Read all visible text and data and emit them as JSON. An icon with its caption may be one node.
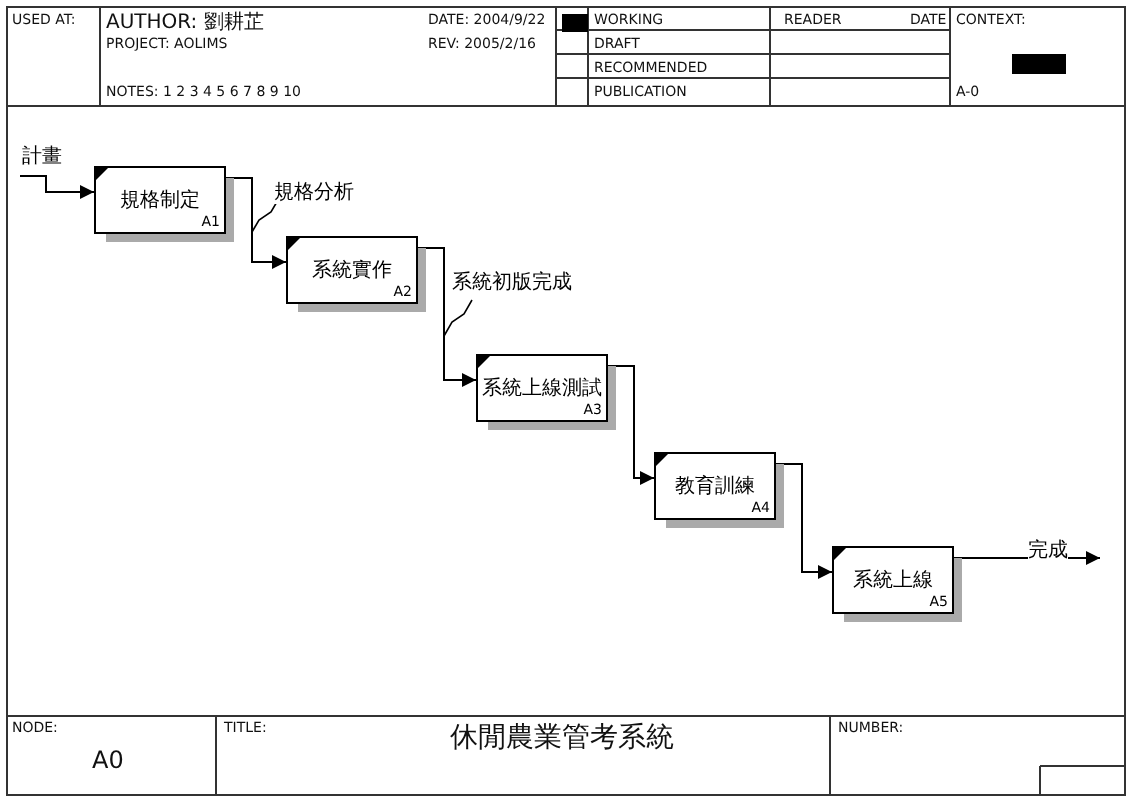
{
  "diagram": {
    "title": "休閒農業管考系統",
    "nodes": [
      {
        "text": [
          "規格制定",
          "A1"
        ]
      },
      {
        "text": [
          "系統實作",
          "A2"
        ]
      },
      {
        "text": [
          "系統上線測試",
          "A3"
        ]
      },
      {
        "text": [
          "教育訓練",
          "A4"
        ]
      },
      {
        "text": [
          "系統上線",
          "A5"
        ]
      }
    ],
    "edges": [
      {
        "from": null,
        "to": 0,
        "arrow": "to",
        "label": "計畫"
      },
      {
        "from": 0,
        "to": 1,
        "arrow": "to",
        "label": "規格分析"
      },
      {
        "from": 1,
        "to": 2,
        "arrow": "to",
        "label": "系統初版完成"
      },
      {
        "from": 2,
        "to": 3,
        "arrow": "to"
      },
      {
        "from": 3,
        "to": 4,
        "arrow": "to"
      },
      {
        "from": 4,
        "to": null,
        "arrow": "to",
        "label": "完成"
      }
    ],
    "labels": [
      "USED AT:",
      "AUTHOR: 劉耕芷",
      "DATE: 2004/9/22",
      "WORKING",
      "READER",
      "DATE",
      "CONTEXT:",
      "PROJECT: AOLIMS",
      "REV: 2005/2/16",
      "DRAFT",
      "RECOMMENDED",
      "NOTES: 1 2 3 4 5 6 7 8 9 10",
      "PUBLICATION",
      "A-0",
      "NODE:",
      "A0",
      "TITLE:",
      "NUMBER:"
    ]
  }
}
